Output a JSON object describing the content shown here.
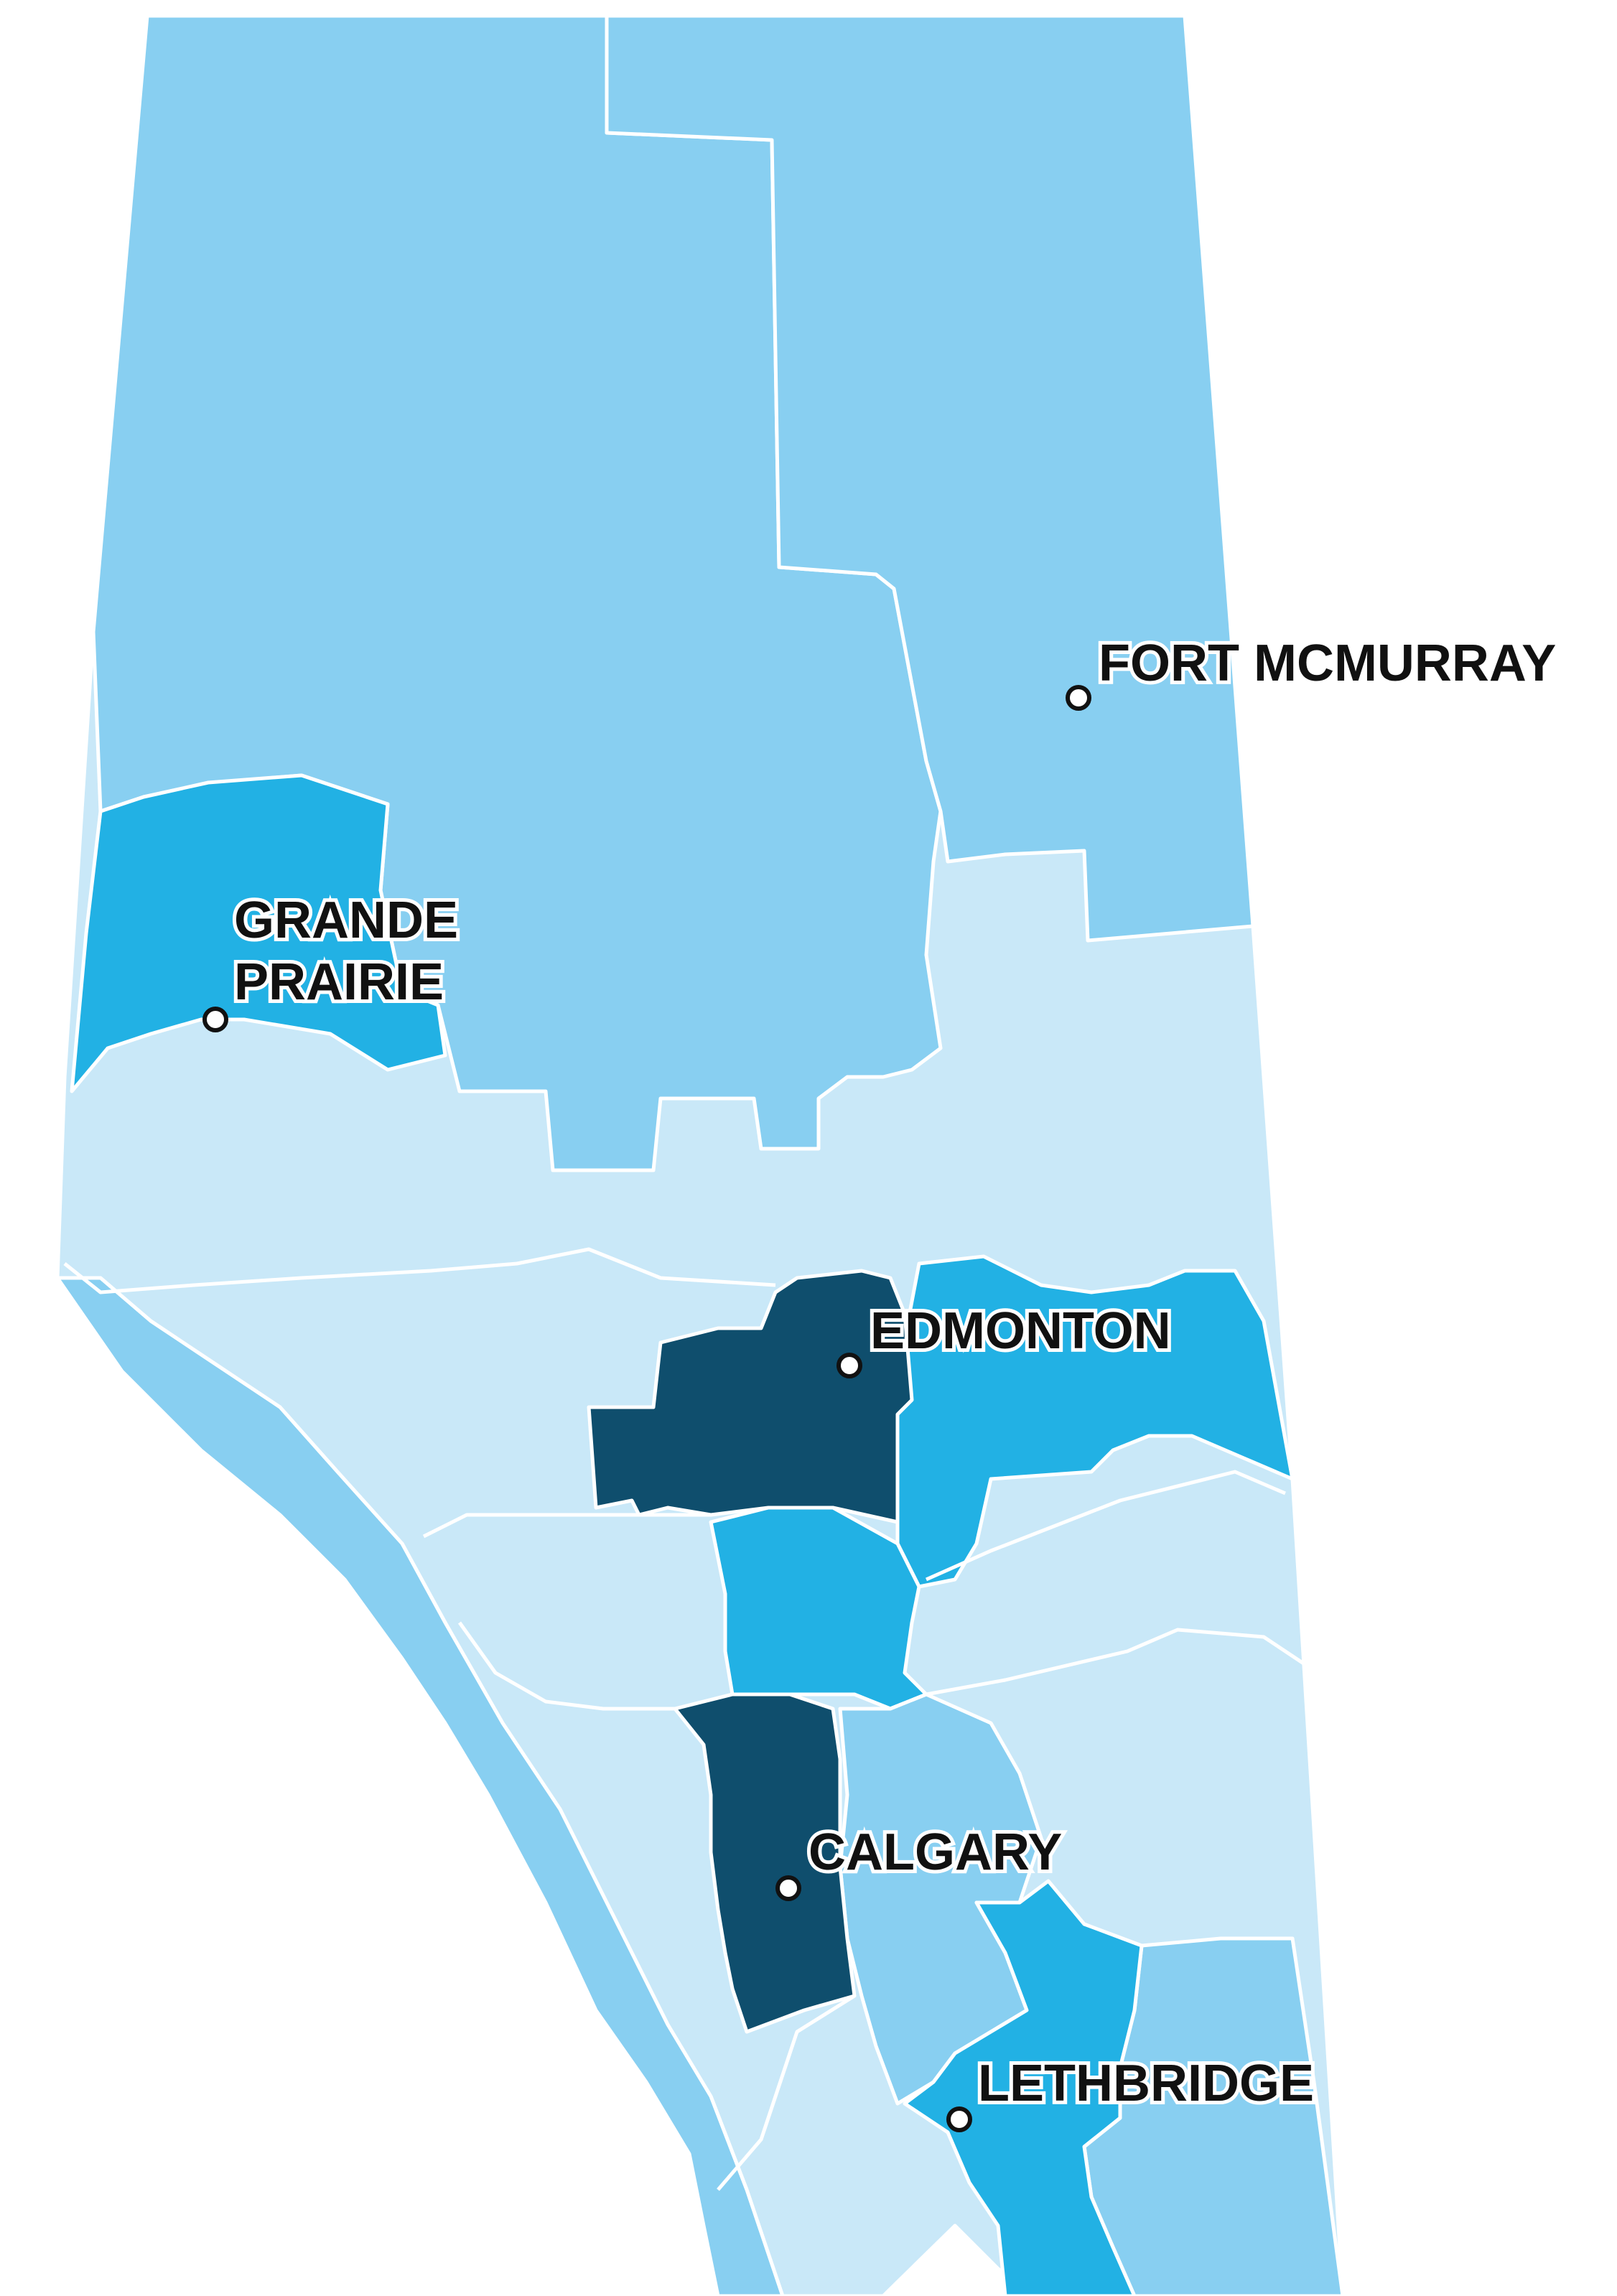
{
  "map": {
    "province": "",
    "colors": {
      "lightest": "#c9e8f8",
      "light": "#88cff1",
      "medium": "#22b1e4",
      "dark": "#0f4e6d",
      "border": "#ffffff"
    },
    "cities": [
      {
        "name": "FORT MCMURRAY",
        "icon": "circle-marker-icon"
      },
      {
        "name": "GRANDE",
        "line2": "PRAIRIE",
        "icon": "circle-marker-icon"
      },
      {
        "name": "EDMONTON",
        "icon": "circle-marker-icon"
      },
      {
        "name": "CALGARY",
        "icon": "circle-marker-icon"
      },
      {
        "name": "LETHBRIDGE",
        "icon": "circle-marker-icon"
      }
    ]
  }
}
